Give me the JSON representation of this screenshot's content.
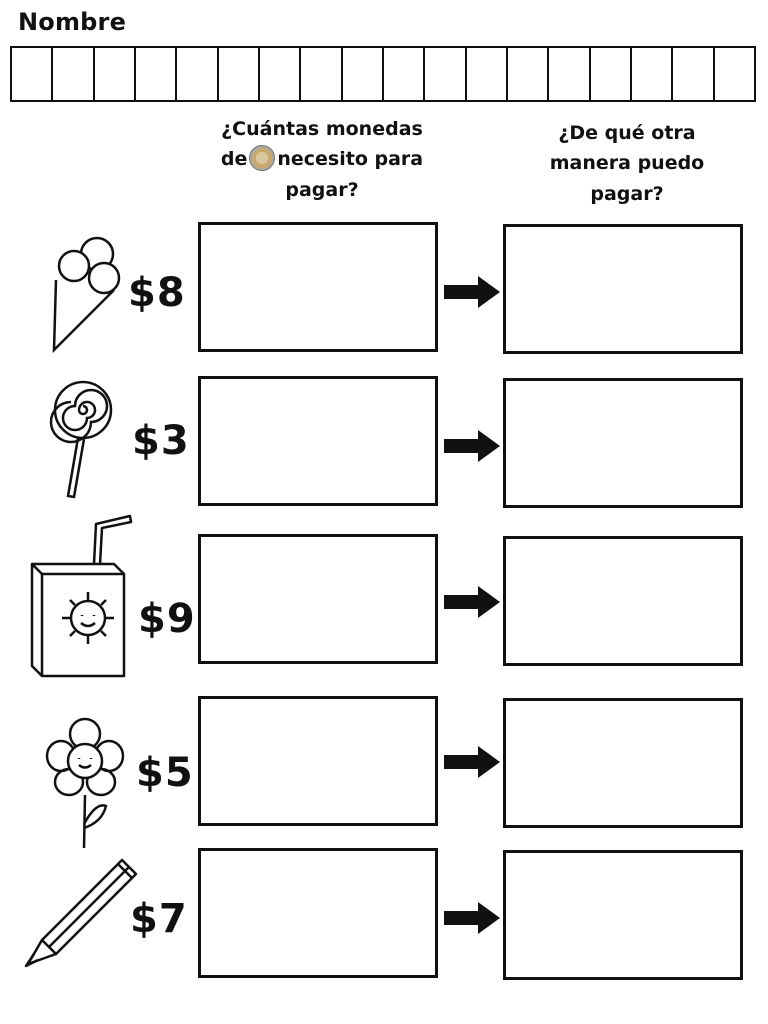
{
  "name_field": {
    "label": "Nombre",
    "cells": 18
  },
  "headers": {
    "left_part1": "¿Cuántas monedas",
    "left_part2_before": "de",
    "left_part2_after": "necesito para",
    "left_part3": "pagar?",
    "right_line1": "¿De qué otra",
    "right_line2": "manera puedo",
    "right_line3": "pagar?"
  },
  "coin_icon": "coin-icon",
  "items": [
    {
      "icon": "ice-cream-icon",
      "price": "$8"
    },
    {
      "icon": "lollipop-icon",
      "price": "$3"
    },
    {
      "icon": "juice-box-icon",
      "price": "$9"
    },
    {
      "icon": "flower-icon",
      "price": "$5"
    },
    {
      "icon": "pencil-icon",
      "price": "$7"
    }
  ]
}
